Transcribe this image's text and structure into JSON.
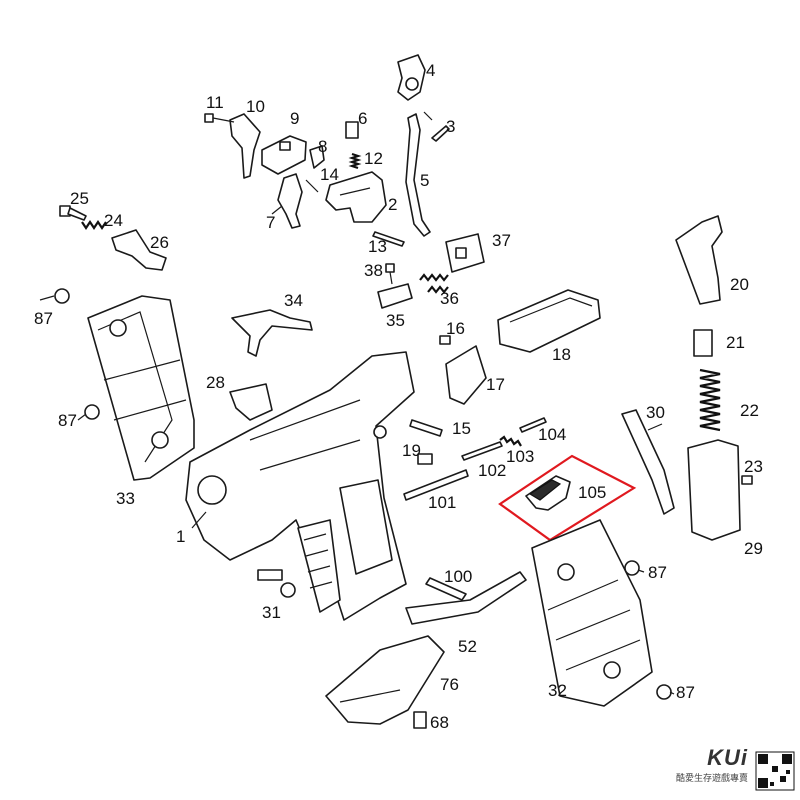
{
  "diagram": {
    "labels": [
      "1",
      "2",
      "3",
      "4",
      "5",
      "6",
      "7",
      "8",
      "9",
      "10",
      "11",
      "12",
      "13",
      "14",
      "15",
      "16",
      "17",
      "18",
      "19",
      "20",
      "21",
      "22",
      "23",
      "24",
      "25",
      "26",
      "28",
      "29",
      "30",
      "31",
      "32",
      "33",
      "34",
      "35",
      "36",
      "37",
      "38",
      "52",
      "68",
      "76",
      "87",
      "87",
      "87",
      "87",
      "100",
      "101",
      "102",
      "103",
      "104",
      "105"
    ],
    "highlighted_part": "105",
    "highlight_color": "#e0191f"
  },
  "brand": {
    "logo_text": "KUi",
    "tagline": "酷愛生存遊戲專賣"
  }
}
